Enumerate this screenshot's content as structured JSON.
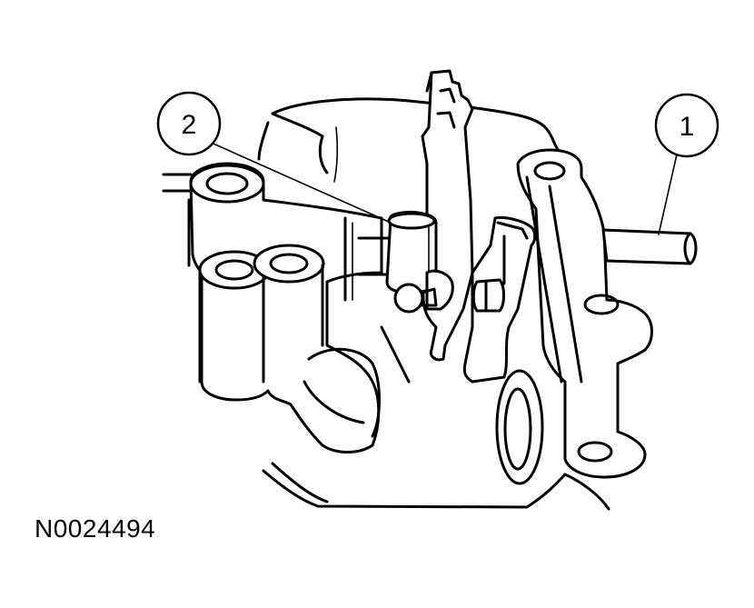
{
  "figure": {
    "id": "N0024494"
  },
  "callouts": [
    {
      "number": "1",
      "target": "shaft"
    },
    {
      "number": "2",
      "target": "bushing"
    }
  ]
}
